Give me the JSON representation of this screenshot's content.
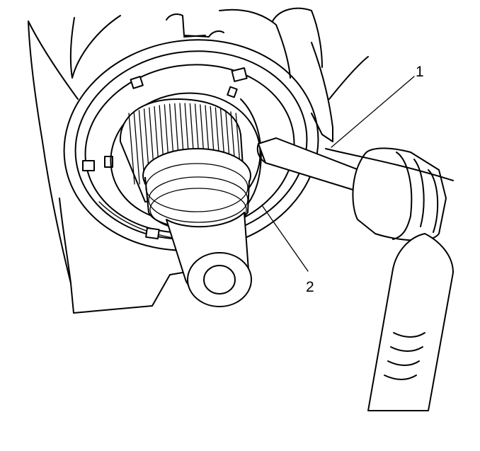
{
  "diagram": {
    "callouts": [
      {
        "id": "1",
        "label": "1"
      },
      {
        "id": "2",
        "label": "2"
      }
    ],
    "colors": {
      "ink": "#000000",
      "background": "#ffffff"
    }
  }
}
